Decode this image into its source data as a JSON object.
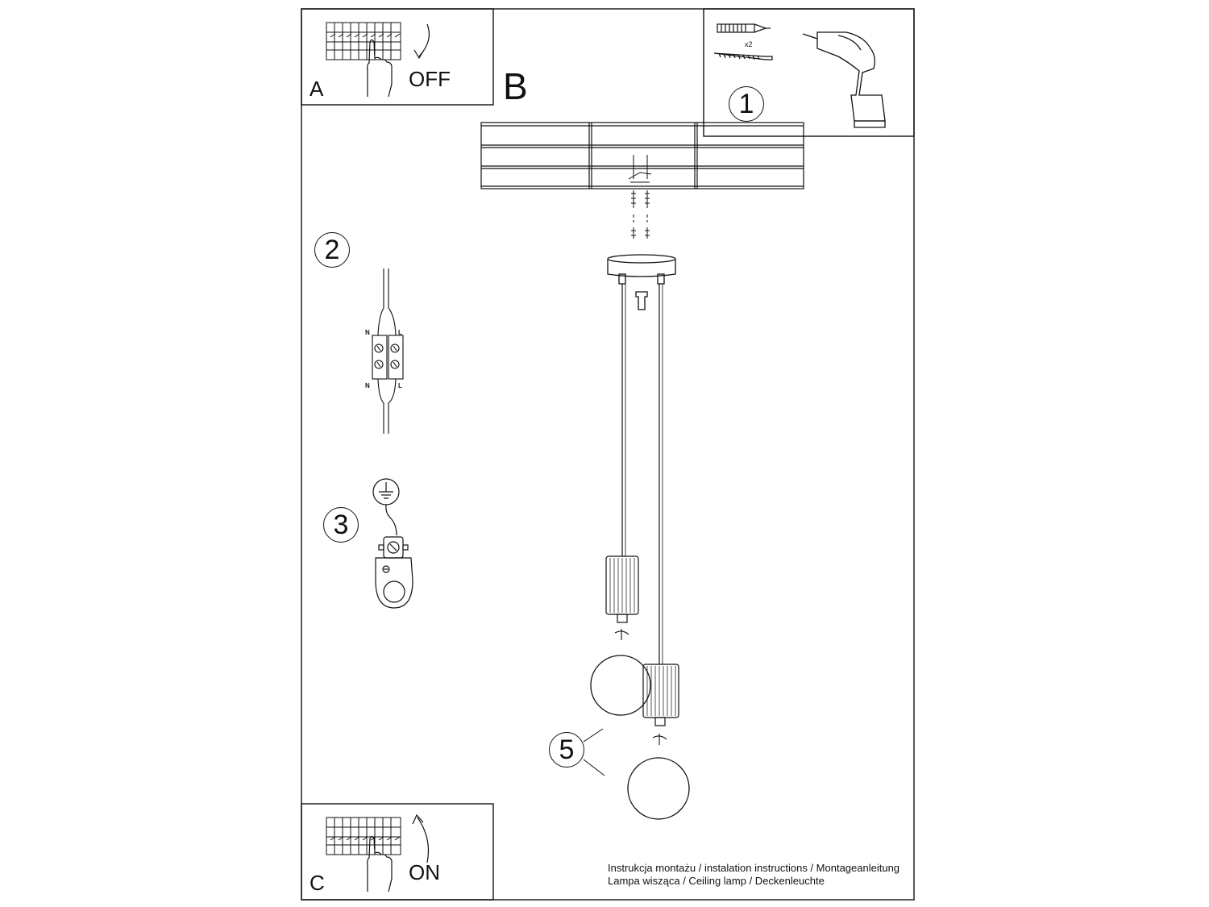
{
  "panels": {
    "A": {
      "letter": "A",
      "switch_label": "OFF"
    },
    "B": {
      "letter": "B"
    },
    "C": {
      "letter": "C",
      "switch_label": "ON"
    }
  },
  "steps": {
    "s1": "1",
    "s2": "2",
    "s3": "3",
    "s5": "5"
  },
  "fixing_set": {
    "quantity": "x2"
  },
  "wiring": {
    "n_top": "N",
    "l_top": "L",
    "n_bottom": "N",
    "l_bottom": "L"
  },
  "footer": {
    "line1": "Instrukcja montażu / instalation instructions / Montageanleitung",
    "line2": "Lampa wisząca / Ceiling lamp / Deckenleuchte"
  }
}
